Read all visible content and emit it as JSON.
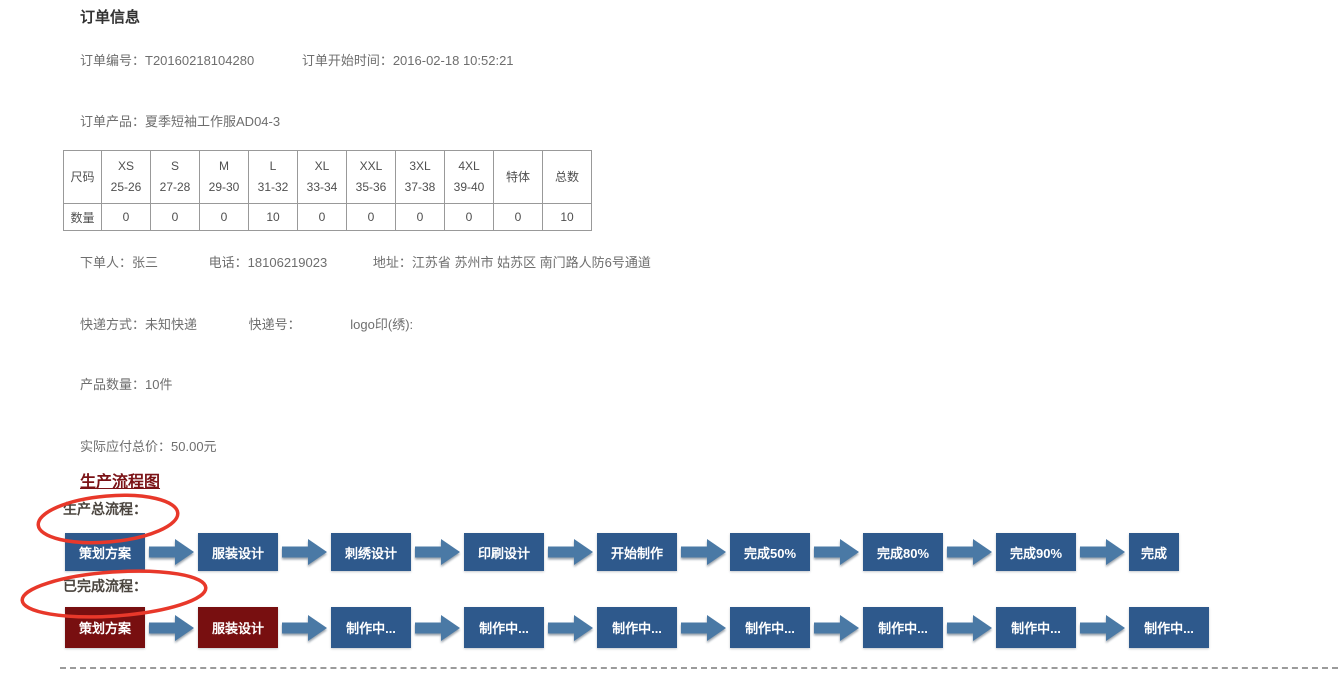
{
  "title": "订单信息",
  "order": {
    "number_label": "订单编号：",
    "number": "T20160218104280",
    "start_label": "订单开始时间：",
    "start_time": "2016-02-18 10:52:21",
    "product_label": "订单产品：",
    "product": "夏季短袖工作服AD04-3"
  },
  "size_table": {
    "size_header": "尺码",
    "qty_header": "数量",
    "columns": [
      {
        "name": "XS",
        "range": "25-26",
        "qty": "0"
      },
      {
        "name": "S",
        "range": "27-28",
        "qty": "0"
      },
      {
        "name": "M",
        "range": "29-30",
        "qty": "0"
      },
      {
        "name": "L",
        "range": "31-32",
        "qty": "10"
      },
      {
        "name": "XL",
        "range": "33-34",
        "qty": "0"
      },
      {
        "name": "XXL",
        "range": "35-36",
        "qty": "0"
      },
      {
        "name": "3XL",
        "range": "37-38",
        "qty": "0"
      },
      {
        "name": "4XL",
        "range": "39-40",
        "qty": "0"
      },
      {
        "name": "特体",
        "range": "",
        "qty": "0"
      },
      {
        "name": "总数",
        "range": "",
        "qty": "10"
      }
    ]
  },
  "buyer": {
    "name_label": "下单人：",
    "name": "张三",
    "phone_label": "电话：",
    "phone": "18106219023",
    "address_label": "地址：",
    "address": "江苏省 苏州市 姑苏区 南门路人防6号通道"
  },
  "shipping": {
    "method_label": "快递方式：",
    "method": "未知快递",
    "tracking_label": "快递号：",
    "tracking": "",
    "logo_label": "logo印(绣):",
    "logo": ""
  },
  "quantity": {
    "label": "产品数量：",
    "value": "10件"
  },
  "price": {
    "label": "实际应付总价：",
    "value": "50.00元"
  },
  "flow": {
    "heading": "生产流程图",
    "total_label": "生产总流程：",
    "completed_label": "已完成流程：",
    "total_steps": [
      {
        "label": "策划方案",
        "state": "total"
      },
      {
        "label": "服装设计",
        "state": "total"
      },
      {
        "label": "刺绣设计",
        "state": "total"
      },
      {
        "label": "印刷设计",
        "state": "total"
      },
      {
        "label": "开始制作",
        "state": "total"
      },
      {
        "label": "完成50%",
        "state": "total"
      },
      {
        "label": "完成80%",
        "state": "total"
      },
      {
        "label": "完成90%",
        "state": "total"
      },
      {
        "label": "完成",
        "state": "total"
      }
    ],
    "completed_steps": [
      {
        "label": "策划方案",
        "state": "done"
      },
      {
        "label": "服装设计",
        "state": "done"
      },
      {
        "label": "制作中...",
        "state": "doing"
      },
      {
        "label": "制作中...",
        "state": "doing"
      },
      {
        "label": "制作中...",
        "state": "doing"
      },
      {
        "label": "制作中...",
        "state": "doing"
      },
      {
        "label": "制作中...",
        "state": "doing"
      },
      {
        "label": "制作中...",
        "state": "doing"
      },
      {
        "label": "制作中...",
        "state": "doing"
      }
    ],
    "state_colors": {
      "total": "#2e598c",
      "done": "#780f10",
      "doing": "#2e598c"
    },
    "arrow_color": "#4a79a5",
    "ellipse_color": "#e8382a",
    "heading_color": "#7b1216"
  }
}
